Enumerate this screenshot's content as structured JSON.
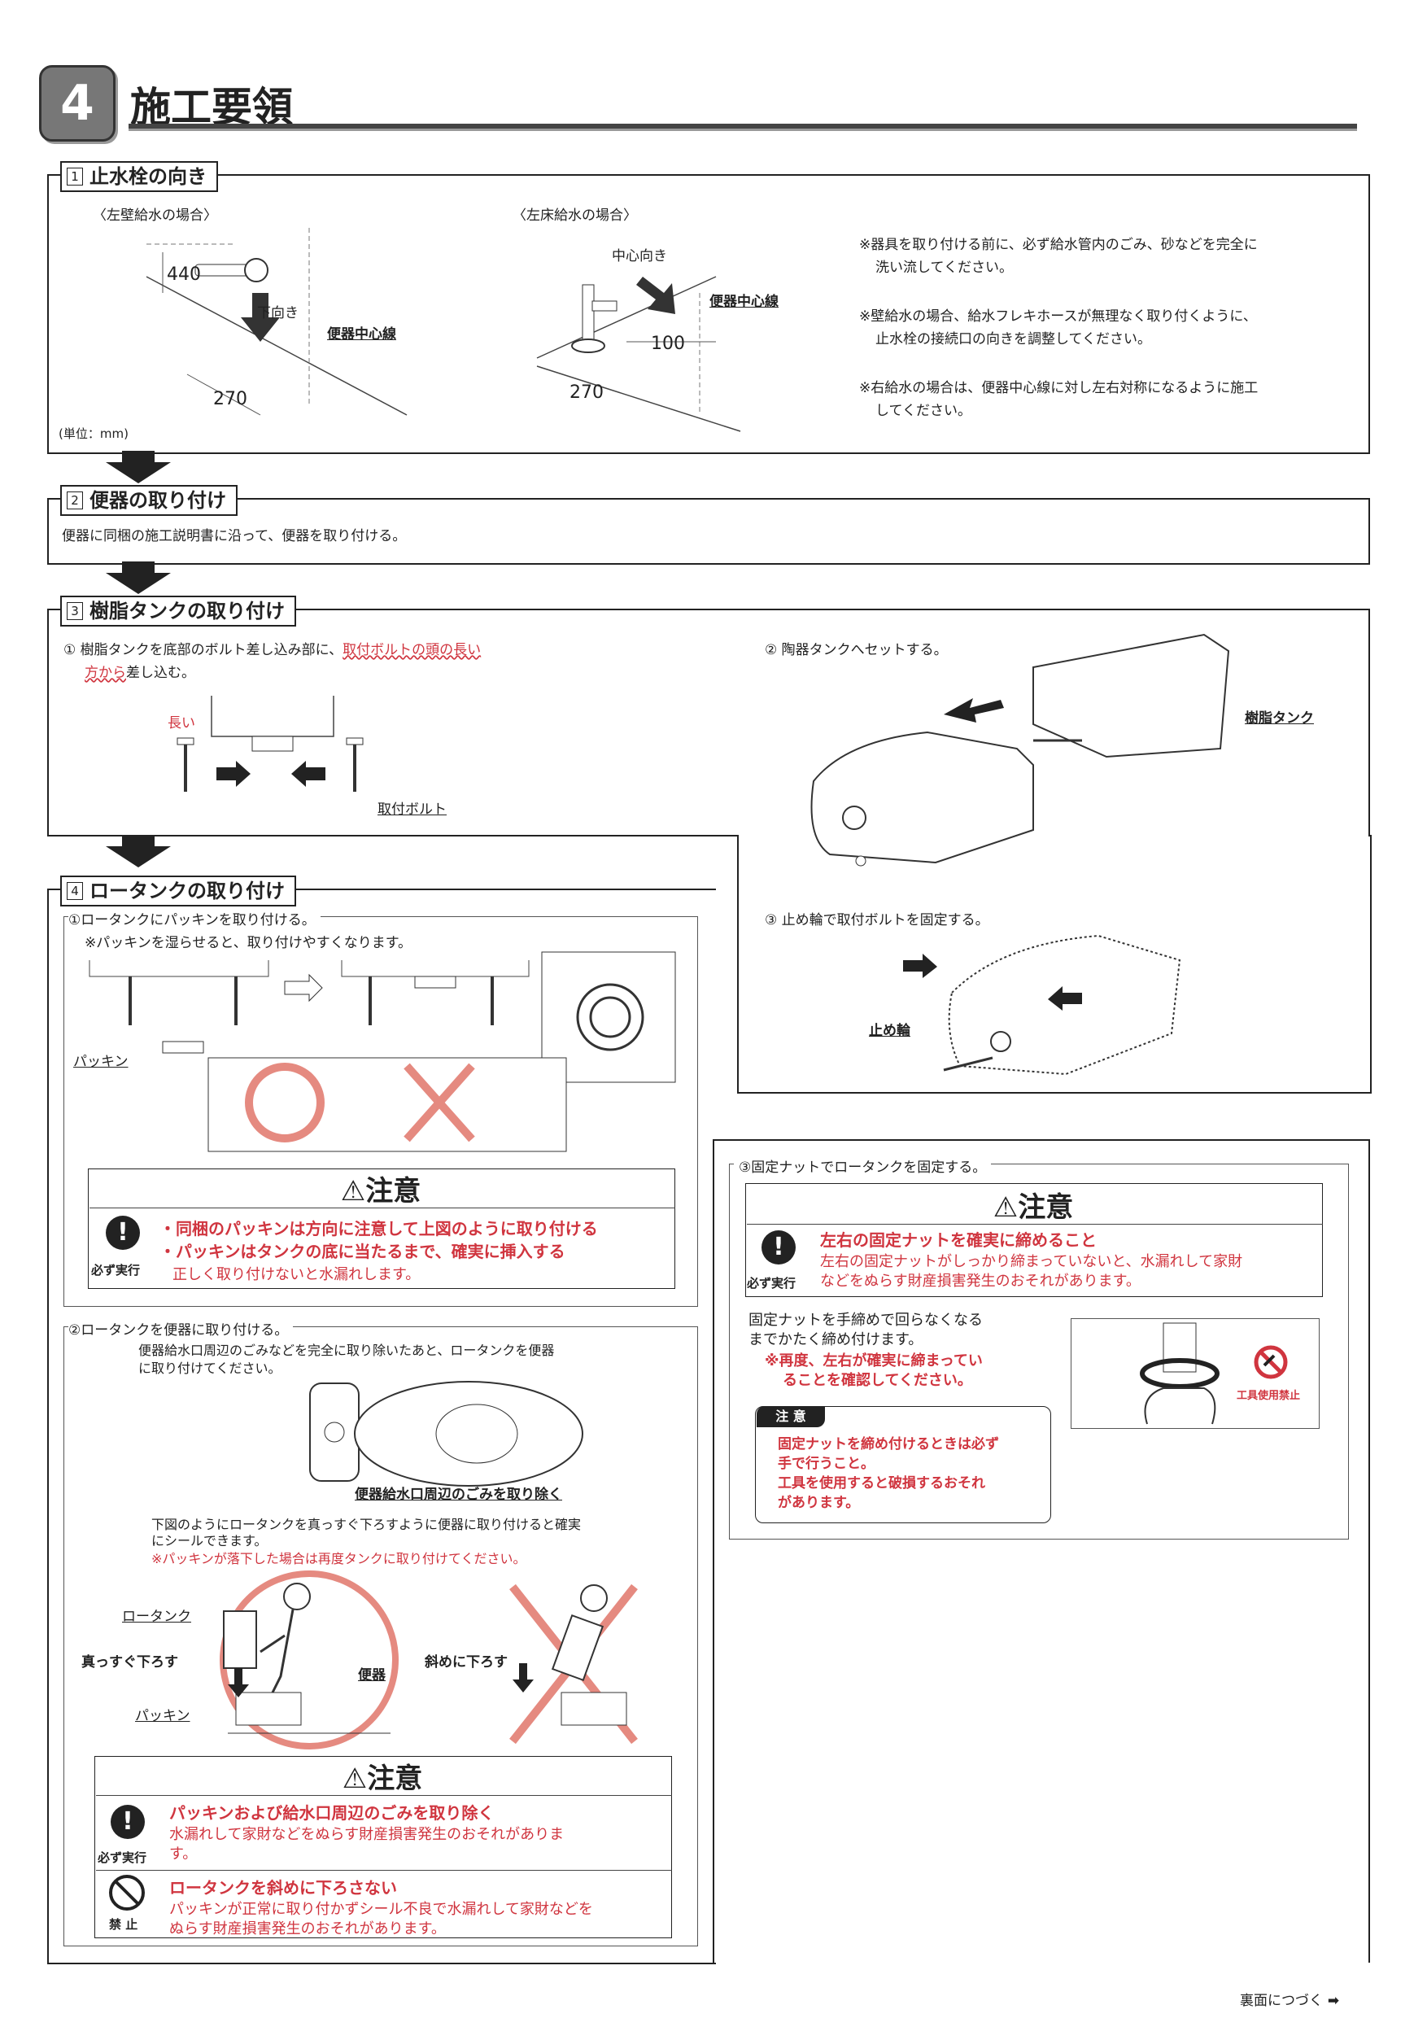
{
  "header": {
    "step_number": "4",
    "title": "施工要領"
  },
  "sec1": {
    "num": "1",
    "title": "止水栓の向き",
    "left_label": "〈左壁給水の場合〉",
    "right_label": "〈左床給水の場合〉",
    "dim_440": "440",
    "dim_270a": "270",
    "dim_270b": "270",
    "dim_100": "100",
    "down_label": "下向き",
    "center_label": "中心向き",
    "center_line_a": "便器中心線",
    "center_line_b": "便器中心線",
    "unit": "(単位：mm)",
    "notes": [
      "※器具を取り付ける前に、必ず給水管内のごみ、砂などを完全に",
      "洗い流してください。",
      "※壁給水の場合、給水フレキホースが無理なく取り付くように、",
      "止水栓の接続口の向きを調整してください。",
      "※右給水の場合は、便器中心線に対し左右対称になるように施工",
      "してください。"
    ]
  },
  "sec2": {
    "num": "2",
    "title": "便器の取り付け",
    "text": "便器に同梱の施工説明書に沿って、便器を取り付ける。"
  },
  "sec3": {
    "num": "3",
    "title": "樹脂タンクの取り付け",
    "step1_a": "① 樹脂タンクを底部のボルト差し込み部に、",
    "step1_red": "取付ボルトの頭の長い",
    "step1_red2": "方から",
    "step1_b": "差し込む。",
    "long_label": "長い",
    "bolt_label": "取付ボルト",
    "step2": "② 陶器タンクへセットする。",
    "resin_tank_label": "樹脂タンク",
    "step3": "③ 止め輪で取付ボルトを固定する。",
    "ring_label": "止め輪"
  },
  "sec4": {
    "num": "4",
    "title": "ロータンクの取り付け",
    "sub1": "①ロータンクにパッキンを取り付ける。",
    "sub1_note": "※パッキンを湿らせると、取り付けやすくなります。",
    "packing_label": "パッキン",
    "caution1": {
      "title": "注意",
      "must": "必ず実行",
      "line1": "・同梱のパッキンは方向に注意して上図のように取り付ける",
      "line2": "・パッキンはタンクの底に当たるまで、確実に挿入する",
      "line3": "正しく取り付けないと水漏れします。"
    },
    "sub2": "②ロータンクを便器に取り付ける。",
    "sub2_text1": "便器給水口周辺のごみなどを完全に取り除いたあと、ロータンクを便器",
    "sub2_text2": "に取り付けてください。",
    "remove_label": "便器給水口周辺のごみを取り除く",
    "seal_text1": "下図のようにロータンクを真っすぐ下ろすように便器に取り付けると確実",
    "seal_text2": "にシールできます。",
    "seal_note": "※パッキンが落下した場合は再度タンクに取り付けてください。",
    "low_tank_label": "ロータンク",
    "straight_label": "真っすぐ下ろす",
    "toilet_label": "便器",
    "packing_label2": "パッキン",
    "diagonal_label": "斜めに下ろす",
    "caution2": {
      "title": "注意",
      "must": "必ず実行",
      "prohibit": "禁 止",
      "item1_title": "パッキンおよび給水口周辺のごみを取り除く",
      "item1_text1": "水漏れして家財などをぬらす財産損害発生のおそれがありま",
      "item1_text2": "す。",
      "item2_title": "ロータンクを斜めに下ろさない",
      "item2_text1": "パッキンが正常に取り付かずシール不良で水漏れして家財などを",
      "item2_text2": "ぬらす財産損害発生のおそれがあります。"
    },
    "sub3": "③固定ナットでロータンクを固定する。",
    "caution3": {
      "title": "注意",
      "must": "必ず実行",
      "line1": "左右の固定ナットを確実に締めること",
      "line2": "左右の固定ナットがしっかり締まっていないと、水漏れして家財",
      "line3": "などをぬらす財産損害発生のおそれがあります。"
    },
    "nut_text1": "固定ナットを手締めで回らなくなる",
    "nut_text2": "までかたく締め付けます。",
    "nut_red1": "※再度、左右が確実に締まってい",
    "nut_red2": "ることを確認してください。",
    "tool_prohibit": "工具使用禁止",
    "note_box": {
      "title": "注 意",
      "l1": "固定ナットを締め付けるときは必ず",
      "l2": "手で行うこと。",
      "l3": "工具を使用すると破損するおそれ",
      "l4": "があります。"
    }
  },
  "footer": {
    "continue": "裏面につづく"
  }
}
